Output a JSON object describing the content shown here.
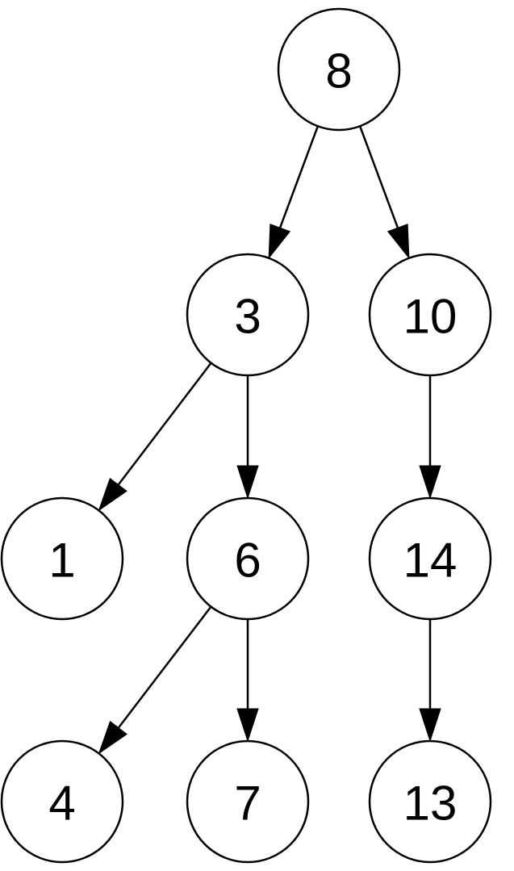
{
  "diagram": {
    "type": "binary-search-tree",
    "nodes": [
      {
        "id": "n8",
        "label": "8"
      },
      {
        "id": "n3",
        "label": "3"
      },
      {
        "id": "n10",
        "label": "10"
      },
      {
        "id": "n1",
        "label": "1"
      },
      {
        "id": "n6",
        "label": "6"
      },
      {
        "id": "n14",
        "label": "14"
      },
      {
        "id": "n4",
        "label": "4"
      },
      {
        "id": "n7",
        "label": "7"
      },
      {
        "id": "n13",
        "label": "13"
      }
    ],
    "edges": [
      {
        "from": "n8",
        "to": "n3"
      },
      {
        "from": "n8",
        "to": "n10"
      },
      {
        "from": "n3",
        "to": "n1"
      },
      {
        "from": "n3",
        "to": "n6"
      },
      {
        "from": "n10",
        "to": "n14"
      },
      {
        "from": "n6",
        "to": "n4"
      },
      {
        "from": "n6",
        "to": "n7"
      },
      {
        "from": "n14",
        "to": "n13"
      }
    ],
    "colors": {
      "stroke": "#000000",
      "fill": "#ffffff",
      "text": "#000000"
    }
  }
}
